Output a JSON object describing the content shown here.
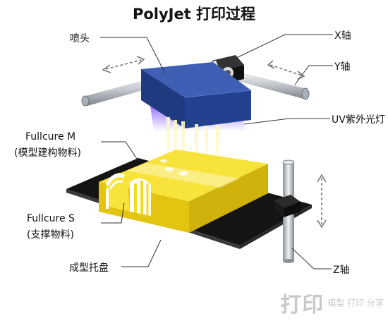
{
  "title": "PolyJet 打印过程",
  "labels": {
    "nozzle": "喷头",
    "x_axis": "X轴",
    "y_axis": "Y轴",
    "uv_lamp": "UV紫外光灯",
    "fullcure_m": "Fullcure M",
    "model_material": "(模型建构物料)",
    "fullcure_s": "Fullcure S",
    "support_material": "(支撑物料)",
    "build_tray": "成型托盘",
    "z_axis": "Z轴"
  },
  "watermark": {
    "big": "打印",
    "small": "模型 打印 分享"
  },
  "colors": {
    "head_blue": "#22418f",
    "model_yellow": "#f2dc1e",
    "uv_purple": "#7a4fd6",
    "tray_black": "#141414",
    "rail_silver": "#c8cdd2"
  }
}
